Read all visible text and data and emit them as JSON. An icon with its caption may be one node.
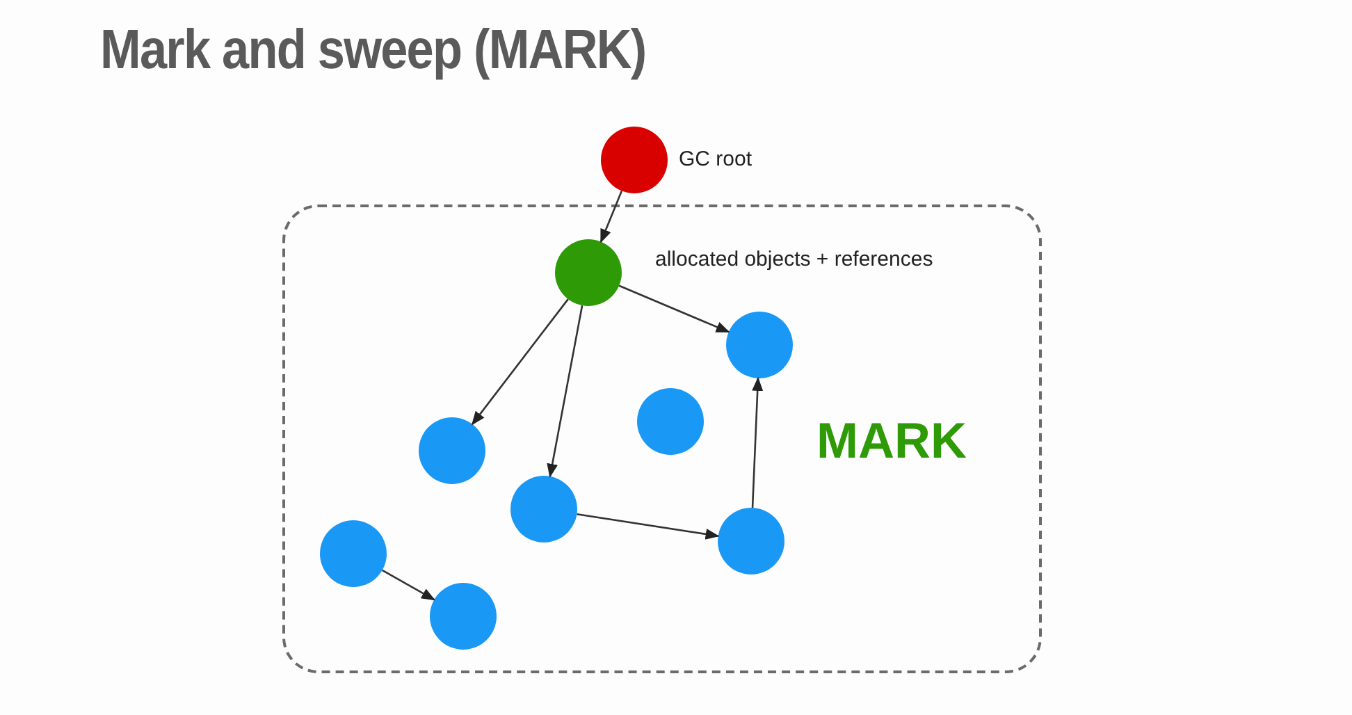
{
  "diagram": {
    "title": "Mark and sweep (MARK)",
    "nodes": [
      {
        "text": [],
        "shape": "circle",
        "beside": [
          "GC root"
        ]
      },
      {
        "text": [
          "allocated objects + references",
          "MARK"
        ]
      },
      {
        "text": [],
        "shape": "circle",
        "in": 1
      },
      {
        "text": [],
        "shape": "circle",
        "in": 1
      },
      {
        "text": [],
        "shape": "circle",
        "in": 1
      },
      {
        "text": [],
        "shape": "circle",
        "in": 1
      },
      {
        "text": [],
        "shape": "circle",
        "in": 1
      },
      {
        "text": [],
        "shape": "circle",
        "in": 1
      },
      {
        "text": [],
        "shape": "circle",
        "in": 1
      },
      {
        "text": [],
        "shape": "circle",
        "in": 1
      }
    ],
    "edges": [
      {
        "from": 0,
        "to": 2,
        "arrow": "to"
      },
      {
        "from": 2,
        "to": 3,
        "arrow": "to"
      },
      {
        "from": 2,
        "to": 4,
        "arrow": "to"
      },
      {
        "from": 2,
        "to": 6,
        "arrow": "to"
      },
      {
        "from": 6,
        "to": 7,
        "arrow": "to"
      },
      {
        "from": 7,
        "to": 3,
        "arrow": "to"
      },
      {
        "from": 8,
        "to": 9,
        "arrow": "to"
      }
    ]
  }
}
